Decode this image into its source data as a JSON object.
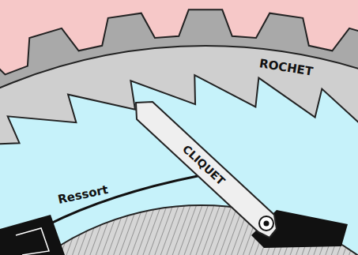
{
  "diagram": {
    "labels": [
      "Ressort",
      "CLIQUET",
      "ROCHET"
    ]
  }
}
